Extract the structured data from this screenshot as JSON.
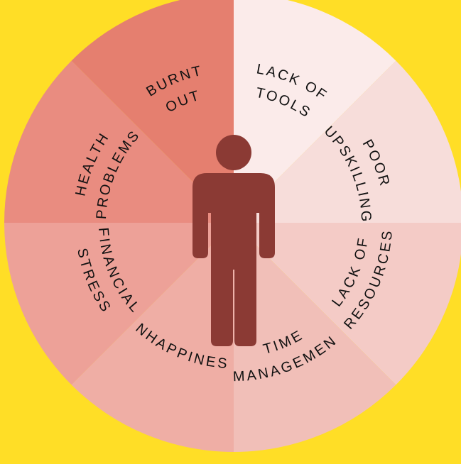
{
  "background_color": "#FFDE26",
  "figure_color": "#8B3A34",
  "segments": [
    {
      "lines": [
        "BURNT",
        "OUT"
      ],
      "color": "#E57F6F"
    },
    {
      "lines": [
        "LACK OF",
        "TOOLS"
      ],
      "color": "#FBEBEA"
    },
    {
      "lines": [
        "POOR",
        "UPSKILLING"
      ],
      "color": "#F7DDDA"
    },
    {
      "lines": [
        "LACK OF",
        "RESOURCES"
      ],
      "color": "#F4CBC6"
    },
    {
      "lines": [
        "TIME",
        "MANAGEMENT"
      ],
      "color": "#F1BFB8"
    },
    {
      "lines": [
        "UNHAPPINESS"
      ],
      "color": "#EFAEA5"
    },
    {
      "lines": [
        "FINANCIAL",
        "STRESS"
      ],
      "color": "#EDA198"
    },
    {
      "lines": [
        "HEALTH",
        "PROBLEMS"
      ],
      "color": "#E98C80"
    }
  ],
  "figure_icon": "person-icon"
}
